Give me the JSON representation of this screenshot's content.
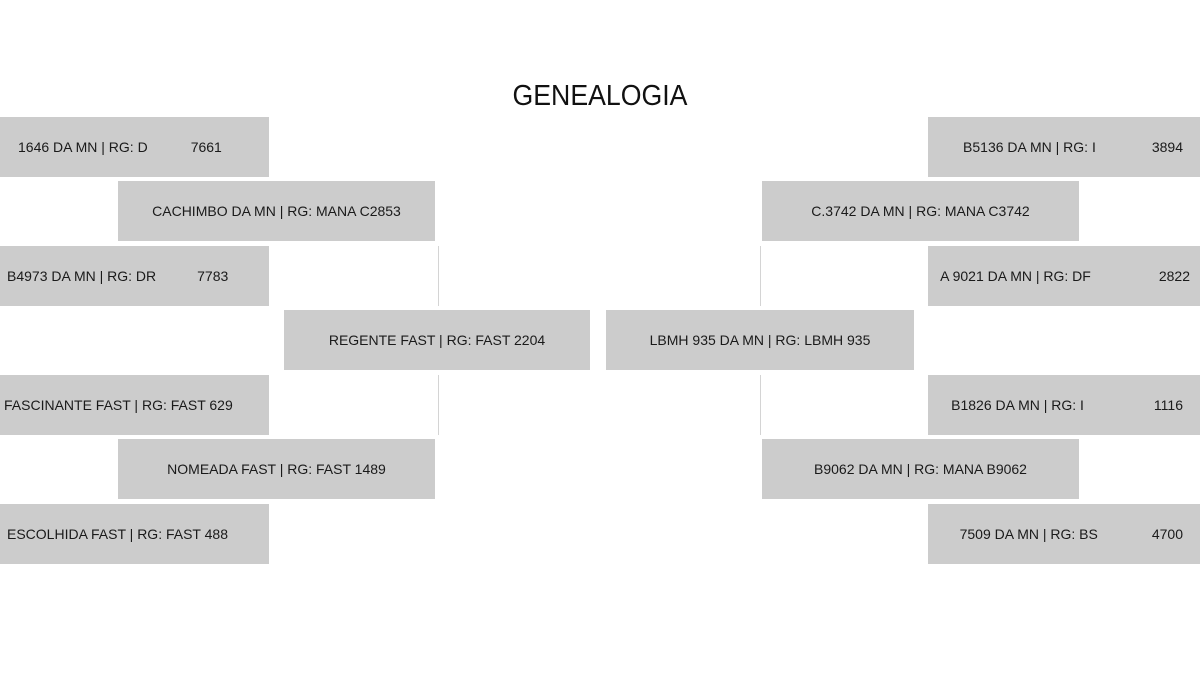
{
  "title": "GENEALOGIA",
  "left": {
    "sire": {
      "name": "REGENTE FAST | RG: FAST 2204"
    },
    "grandsire": {
      "name": "CACHIMBO DA MN | RG: MANA C2853"
    },
    "granddam": {
      "name": "NOMEADA FAST | RG: FAST 1489"
    },
    "ggs_1": {
      "name": "1646 DA MN | RG: D",
      "num": "7661"
    },
    "ggs_2": {
      "name": "B4973 DA MN | RG: DR",
      "num": "7783"
    },
    "ggs_3": {
      "name": "FASCINANTE FAST | RG: FAST 629"
    },
    "ggs_4": {
      "name": "ESCOLHIDA FAST | RG: FAST 488"
    }
  },
  "right": {
    "dam": {
      "name": "LBMH 935 DA MN | RG: LBMH 935"
    },
    "grandsire": {
      "name": "C.3742 DA MN | RG: MANA C3742"
    },
    "granddam": {
      "name": "B9062 DA MN | RG: MANA B9062"
    },
    "ggs_1": {
      "name": "B5136 DA MN | RG: I",
      "num": "3894"
    },
    "ggs_2": {
      "name": "A 9021 DA MN | RG: DF",
      "num": "2822"
    },
    "ggs_3": {
      "name": "B1826 DA MN | RG: I",
      "num": "1116"
    },
    "ggs_4": {
      "name": "7509 DA MN | RG: BS",
      "num": "4700"
    }
  }
}
